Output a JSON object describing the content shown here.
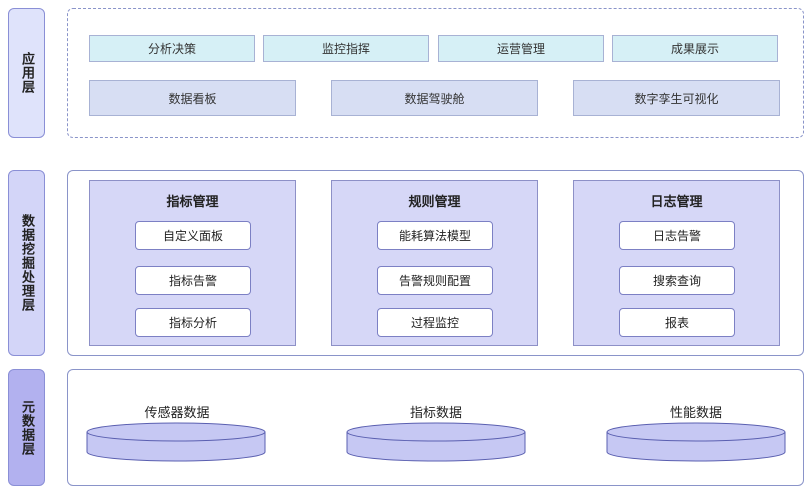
{
  "layers": {
    "app": "应用层",
    "mining": "数据挖掘处理层",
    "meta": "元数据层"
  },
  "app_layer": {
    "row1": [
      "分析决策",
      "监控指挥",
      "运营管理",
      "成果展示"
    ],
    "row2": [
      "数据看板",
      "数据驾驶舱",
      "数字孪生可视化"
    ]
  },
  "mining_layer": {
    "modules": [
      {
        "title": "指标管理",
        "items": [
          "自定义面板",
          "指标告警",
          "指标分析"
        ]
      },
      {
        "title": "规则管理",
        "items": [
          "能耗算法模型",
          "告警规则配置",
          "过程监控"
        ]
      },
      {
        "title": "日志管理",
        "items": [
          "日志告警",
          "搜索查询",
          "报表"
        ]
      }
    ]
  },
  "meta_layer": {
    "stores": [
      "传感器数据",
      "指标数据",
      "性能数据"
    ]
  },
  "colors": {
    "accent_border": "#8a94c9",
    "module_fill": "#d6d7f7",
    "cylinder_fill": "#c6c8f3",
    "cylinder_stroke": "#5a5fb0"
  }
}
